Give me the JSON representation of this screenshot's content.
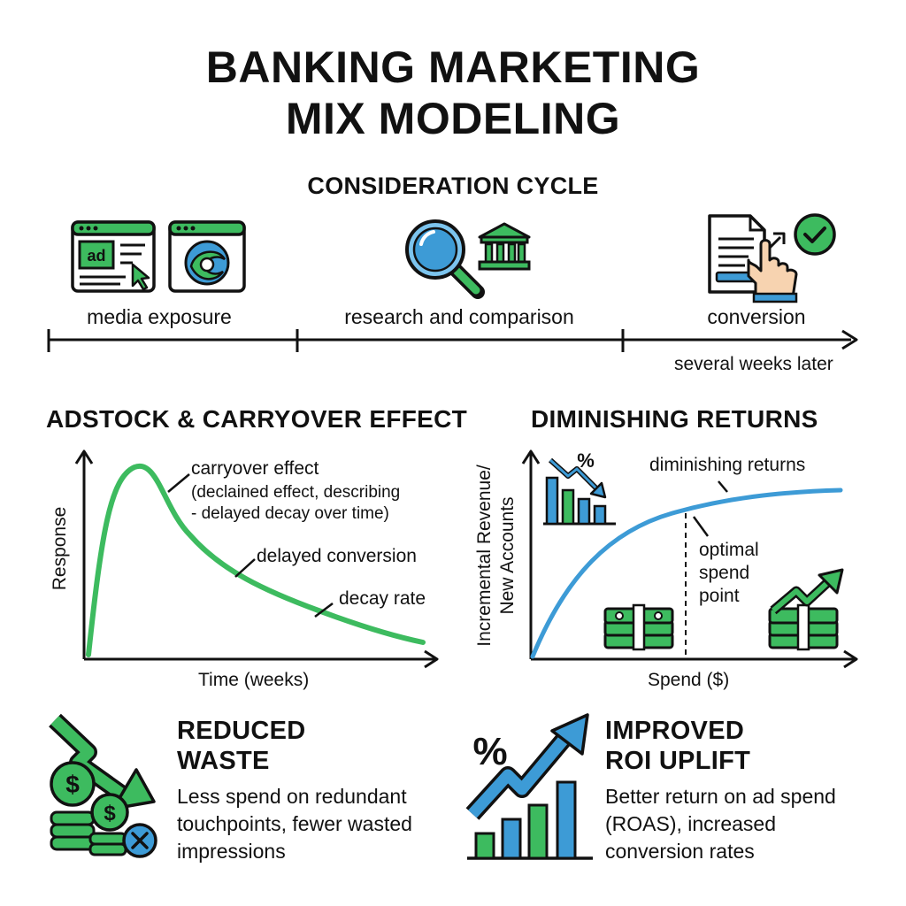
{
  "title_line1": "BANKING MARKETING",
  "title_line2": "MIX MODELING",
  "cycle": {
    "heading": "CONSIDERATION CYCLE",
    "ad_label": "ad",
    "stages": [
      "media exposure",
      "research and comparison",
      "conversion"
    ],
    "timing": "several weeks later"
  },
  "adstock": {
    "heading": "ADSTOCK & CARRYOVER EFFECT",
    "annot_main": "carryover effect",
    "annot_sub1": "(declained effect, describing",
    "annot_sub2": "- delayed decay over time)",
    "annot_delayed": "delayed conversion",
    "annot_decay": "decay rate",
    "ylabel": "Response",
    "xlabel": "Time (weeks)"
  },
  "diminishing": {
    "heading": "DIMINISHING RETURNS",
    "annot_curve": "diminishing returns",
    "annot_opt1": "optimal",
    "annot_opt2": "spend",
    "annot_opt3": "point",
    "ylabel1": "Incremental Revenue/",
    "ylabel2": "New Accounts",
    "xlabel": "Spend ($)",
    "pct_symbol": "%"
  },
  "benefits": [
    {
      "title1": "REDUCED",
      "title2": "WASTE",
      "desc1": "Less spend on redundant",
      "desc2": "touchpoints, fewer wasted",
      "desc3": "impressions",
      "icon_text": "$"
    },
    {
      "title1": "IMPROVED",
      "title2": "ROI UPLIFT",
      "desc1": "Better return on ad spend",
      "desc2": "(ROAS), increased",
      "desc3": "conversion rates",
      "icon_text": "%"
    }
  ],
  "colors": {
    "green": "#3dbb5f",
    "blue": "#3d9bd6",
    "dark": "#111111"
  }
}
